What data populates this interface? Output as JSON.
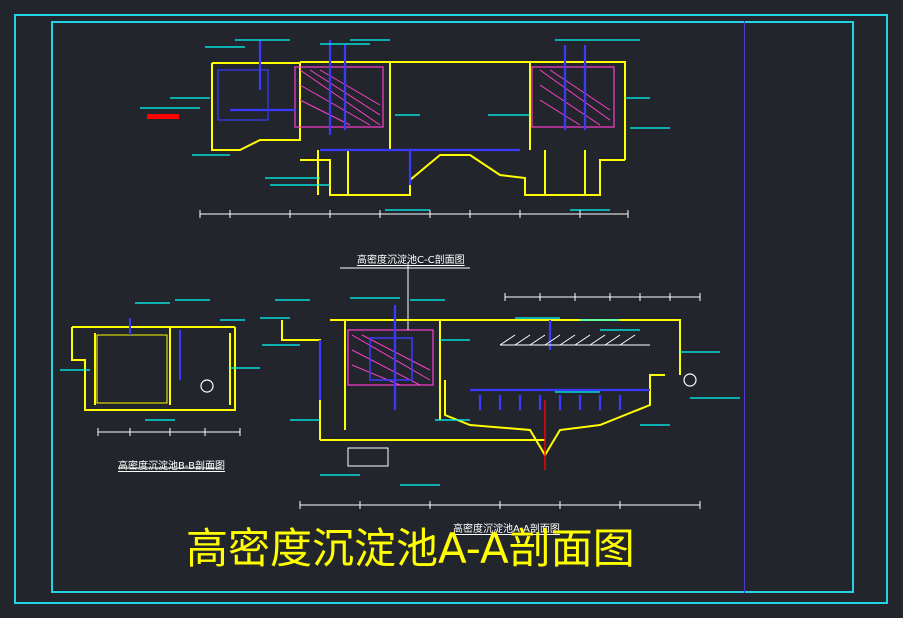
{
  "drawing": {
    "caption_cc": "高密度沉淀池C-C剖面图",
    "caption_bb": "高密度沉淀池B-B剖面图",
    "caption_aa": "高密度沉淀池A-A剖面图",
    "main_title": "高密度沉淀池A-A剖面图"
  },
  "colors": {
    "frame": "#22d3e6",
    "wall": "#ffff00",
    "pipe": "#3a3aff",
    "fill": "#ff3fd0",
    "annotation": "#00ffff",
    "dim": "#ffffff",
    "accent": "#ff0000",
    "background": "#22262c"
  }
}
